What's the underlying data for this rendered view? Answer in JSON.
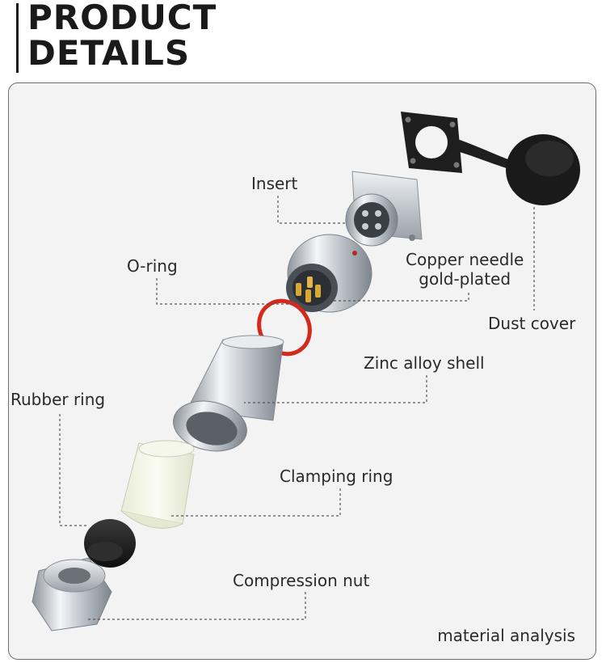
{
  "header": {
    "title_line1": "PRODUCT",
    "title_line2": "DETAILS"
  },
  "labels": {
    "insert": "Insert",
    "o_ring": "O-ring",
    "copper_needle_line1": "Copper needle",
    "copper_needle_line2": "gold-plated",
    "dust_cover": "Dust cover",
    "zinc_shell": "Zinc alloy shell",
    "rubber_ring": "Rubber ring",
    "clamping_ring": "Clamping ring",
    "compression_nut": "Compression nut"
  },
  "footer": {
    "note": "material analysis"
  },
  "colors": {
    "panel_bg": "#f3f3f3",
    "leader": "#555555",
    "o_ring": "#d42a1e",
    "metal": "#c9ced3",
    "rubber": "#1c1c1c"
  }
}
